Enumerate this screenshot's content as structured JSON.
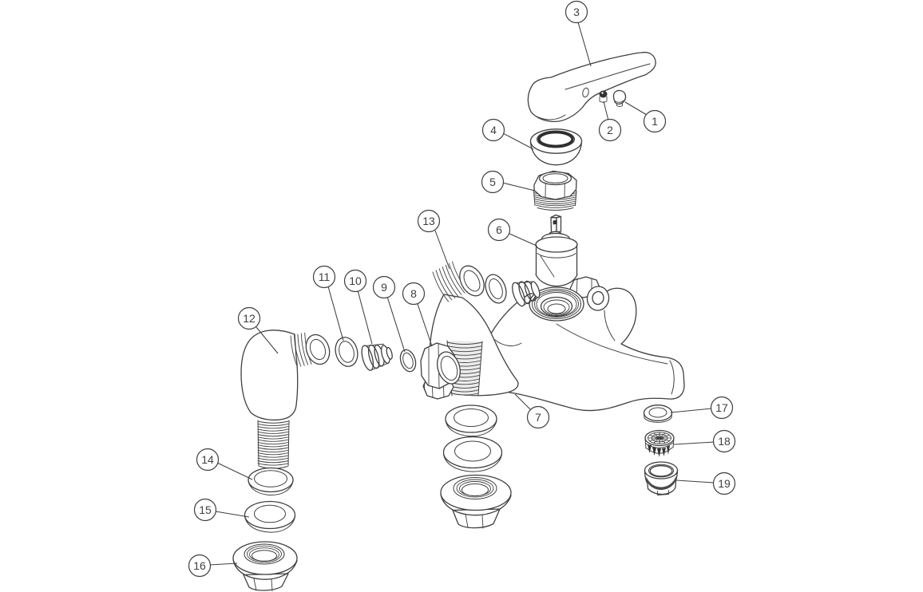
{
  "diagram": {
    "style": "exploded-parts-line-drawing",
    "background_color": "#ffffff",
    "line_color": "#3f3f3f",
    "part_count": 19
  },
  "callouts": [
    {
      "number": "1"
    },
    {
      "number": "2"
    },
    {
      "number": "3"
    },
    {
      "number": "4"
    },
    {
      "number": "5"
    },
    {
      "number": "6"
    },
    {
      "number": "7"
    },
    {
      "number": "8"
    },
    {
      "number": "9"
    },
    {
      "number": "10"
    },
    {
      "number": "11"
    },
    {
      "number": "12"
    },
    {
      "number": "13"
    },
    {
      "number": "14"
    },
    {
      "number": "15"
    },
    {
      "number": "16"
    },
    {
      "number": "17"
    },
    {
      "number": "18"
    },
    {
      "number": "19"
    }
  ]
}
